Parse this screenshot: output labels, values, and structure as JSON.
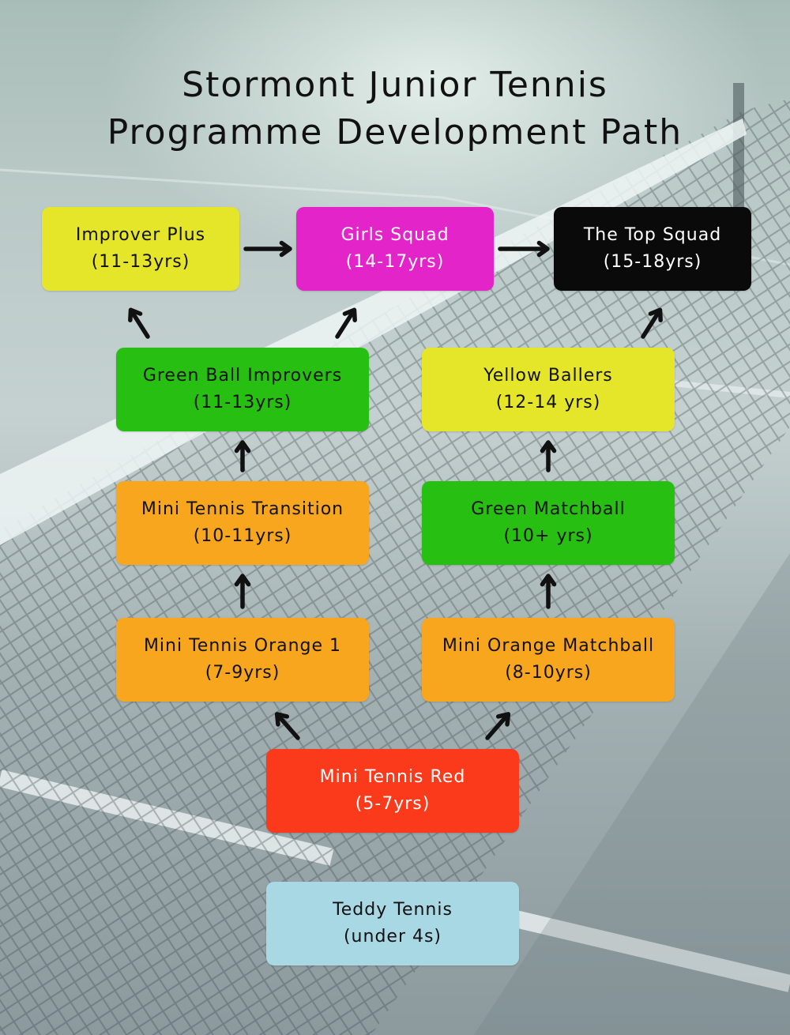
{
  "title": {
    "line1": "Stormont Junior Tennis",
    "line2": "Programme Development Path"
  },
  "colors": {
    "yellow": "#e5e52a",
    "magenta": "#e324c9",
    "black": "#0a0a0a",
    "green": "#26bf12",
    "orange": "#f7a61e",
    "red": "#fa3a1b",
    "light_blue": "#a8d8e4",
    "arrow": "#111111"
  },
  "nodes": {
    "improver_plus": {
      "name": "Improver Plus",
      "age": "(11-13yrs)",
      "color": "#e5e52a",
      "text_color": "#111111"
    },
    "girls_squad": {
      "name": "Girls Squad",
      "age": "(14-17yrs)",
      "color": "#e324c9",
      "text_color": "#ffffff"
    },
    "top_squad": {
      "name": "The Top Squad",
      "age": "(15-18yrs)",
      "color": "#0a0a0a",
      "text_color": "#ffffff"
    },
    "green_ball": {
      "name": "Green Ball Improvers",
      "age": "(11-13yrs)",
      "color": "#26bf12",
      "text_color": "#111111"
    },
    "yellow_ballers": {
      "name": "Yellow Ballers",
      "age": "(12-14 yrs)",
      "color": "#e5e52a",
      "text_color": "#111111"
    },
    "mini_transition": {
      "name": "Mini Tennis Transition",
      "age": "(10-11yrs)",
      "color": "#f7a61e",
      "text_color": "#111111"
    },
    "green_matchball": {
      "name": "Green Matchball",
      "age": "(10+ yrs)",
      "color": "#26bf12",
      "text_color": "#111111"
    },
    "mini_orange1": {
      "name": "Mini Tennis Orange 1",
      "age": "(7-9yrs)",
      "color": "#f7a61e",
      "text_color": "#111111"
    },
    "mini_orange_match": {
      "name": "Mini Orange Matchball",
      "age": "(8-10yrs)",
      "color": "#f7a61e",
      "text_color": "#111111"
    },
    "mini_red": {
      "name": "Mini Tennis Red",
      "age": "(5-7yrs)",
      "color": "#fa3a1b",
      "text_color": "#ffffff"
    },
    "teddy": {
      "name": "Teddy Tennis",
      "age": "(under 4s)",
      "color": "#a8d8e4",
      "text_color": "#111111"
    }
  },
  "edges": [
    {
      "from": "improver_plus",
      "to": "girls_squad"
    },
    {
      "from": "girls_squad",
      "to": "top_squad"
    },
    {
      "from": "green_ball",
      "to": "improver_plus"
    },
    {
      "from": "green_ball",
      "to": "girls_squad"
    },
    {
      "from": "yellow_ballers",
      "to": "top_squad"
    },
    {
      "from": "mini_transition",
      "to": "green_ball"
    },
    {
      "from": "green_matchball",
      "to": "yellow_ballers"
    },
    {
      "from": "mini_orange1",
      "to": "mini_transition"
    },
    {
      "from": "mini_orange_match",
      "to": "green_matchball"
    },
    {
      "from": "mini_red",
      "to": "mini_orange1"
    },
    {
      "from": "mini_red",
      "to": "mini_orange_match"
    }
  ]
}
